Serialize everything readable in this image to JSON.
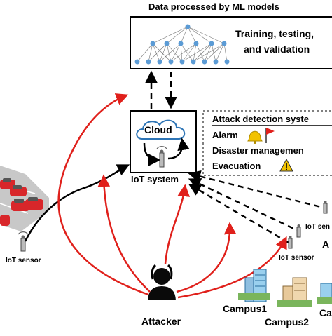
{
  "header": {
    "title": "Data processed by ML models"
  },
  "ml_box": {
    "label_line1": "Training, testing,",
    "label_line2": "and validation"
  },
  "cloud": {
    "label": "Cloud"
  },
  "iot_system": {
    "label": "IoT system"
  },
  "attack_panel": {
    "title": "Attack detection syste",
    "items": [
      "Alarm",
      "Disaster managemen",
      "Evacuation"
    ]
  },
  "sensors": {
    "left_label": "IoT sensor",
    "right_top_label": "IoT sen",
    "right_bottom_label": "IoT sensor",
    "right_partial": "A"
  },
  "attacker": {
    "label": "Attacker"
  },
  "campuses": {
    "c1": "Campus1",
    "c2": "Campus2",
    "c3_partial": "Ca"
  },
  "colors": {
    "attack_arrow": "#e0201b",
    "data_arrow": "#000000",
    "node": "#5b9bd5",
    "cloud_stroke": "#2e75b6"
  }
}
